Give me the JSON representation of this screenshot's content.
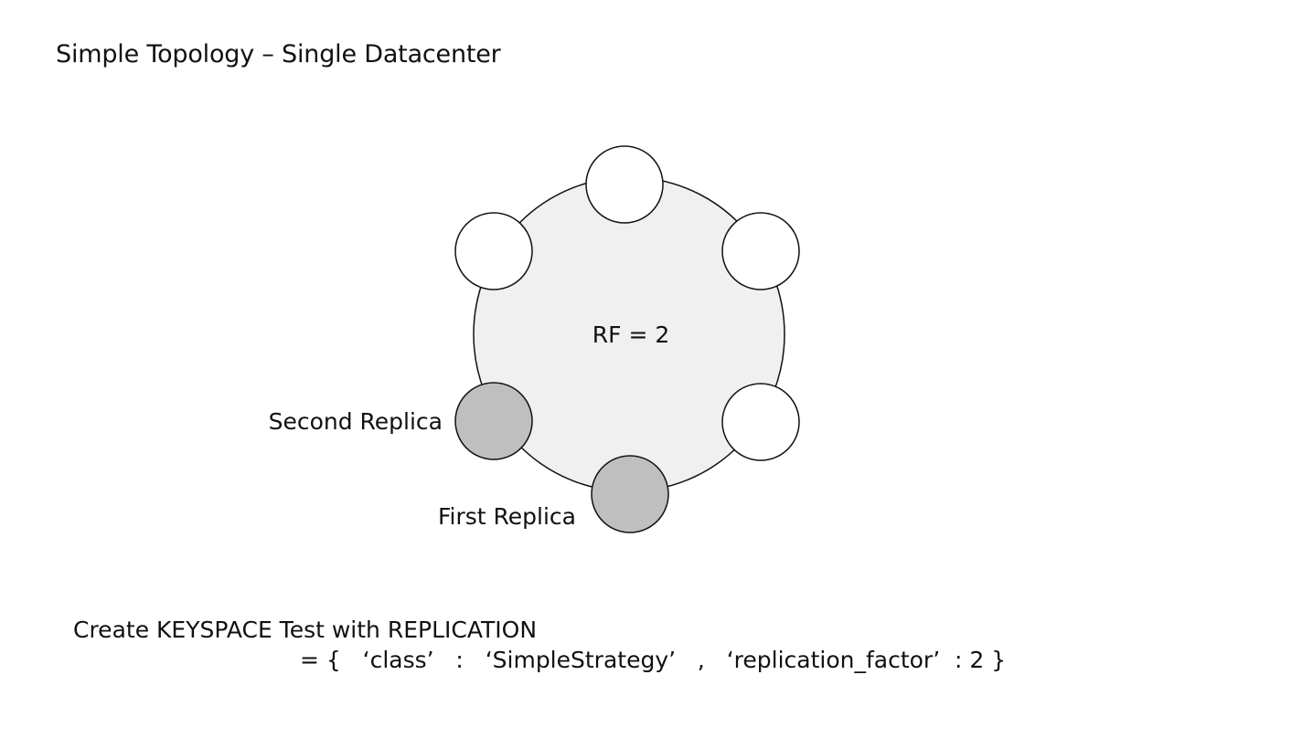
{
  "title": "Simple Topology – Single Datacenter",
  "diagram": {
    "ring_label": "RF = 2",
    "colors": {
      "ring_fill": "#f0f0f0",
      "node_fill": "#ffffff",
      "replica_fill": "#bfbfbf",
      "stroke": "#111111"
    },
    "nodes": [
      {
        "id": "node-top",
        "replica": false
      },
      {
        "id": "node-upper-left",
        "replica": false
      },
      {
        "id": "node-upper-right",
        "replica": false
      },
      {
        "id": "node-lower-left",
        "replica": true,
        "label": "Second Replica"
      },
      {
        "id": "node-lower-right",
        "replica": false
      },
      {
        "id": "node-bottom",
        "replica": true,
        "label": "First Replica"
      }
    ]
  },
  "code": {
    "line1": "Create KEYSPACE Test with REPLICATION",
    "line2": "= {   ‘class’   :   ‘SimpleStrategy’   ,   ‘replication_factor’  : 2 }"
  }
}
